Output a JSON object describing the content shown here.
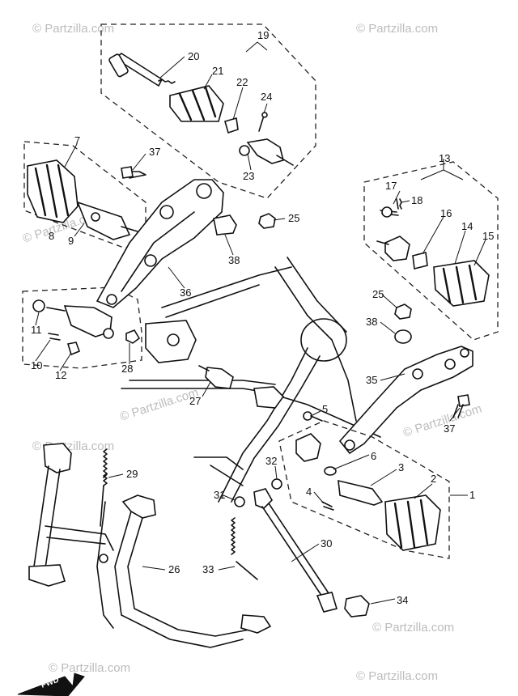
{
  "watermark": "© Partzilla.com",
  "direction_label": "FWD",
  "parts": {
    "p1": "1",
    "p2": "2",
    "p3": "3",
    "p4": "4",
    "p5": "5",
    "p6": "6",
    "p7": "7",
    "p8": "8",
    "p9": "9",
    "p10": "10",
    "p11": "11",
    "p12": "12",
    "p13": "13",
    "p14": "14",
    "p15": "15",
    "p16": "16",
    "p17": "17",
    "p18": "18",
    "p19": "19",
    "p20": "20",
    "p21": "21",
    "p22": "22",
    "p23": "23",
    "p24": "24",
    "p25a": "25",
    "p25b": "25",
    "p26": "26",
    "p27": "27",
    "p28": "28",
    "p29": "29",
    "p30": "30",
    "p31": "31",
    "p32": "32",
    "p33": "33",
    "p34": "34",
    "p35": "35",
    "p36": "36",
    "p37a": "37",
    "p37b": "37",
    "p38a": "38",
    "p38b": "38"
  }
}
